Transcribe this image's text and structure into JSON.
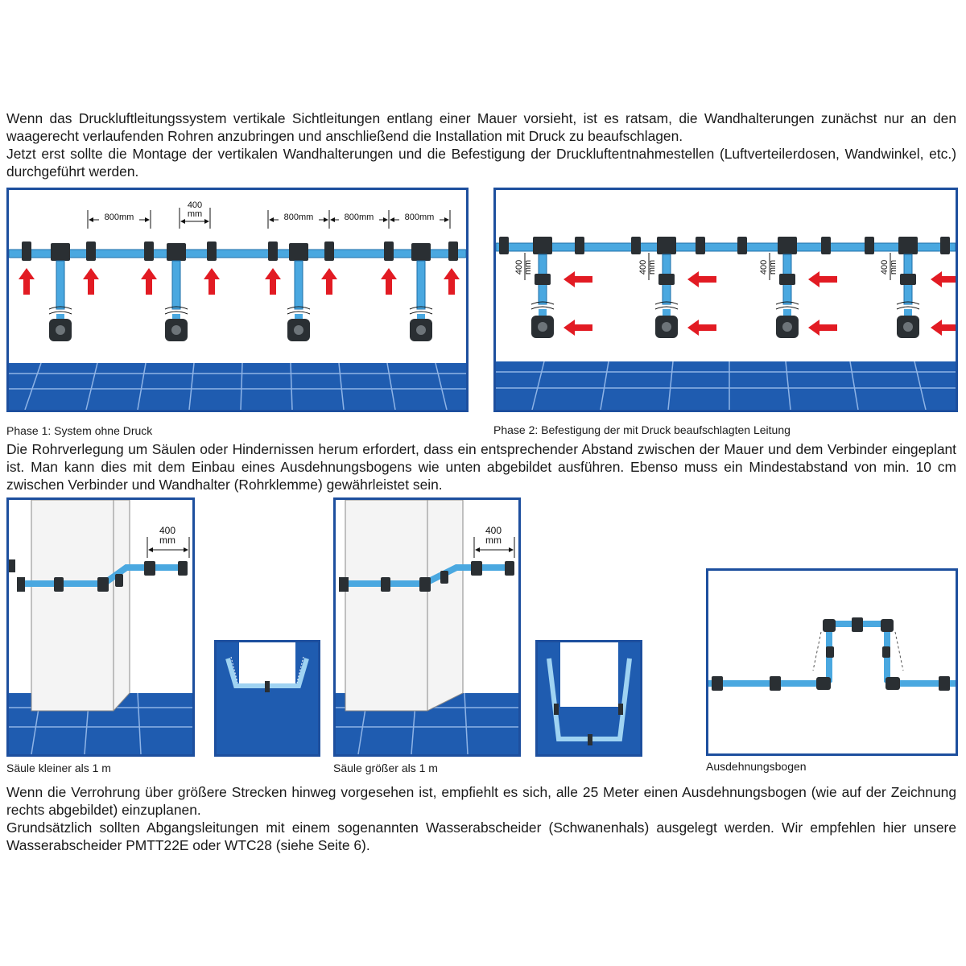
{
  "intro": {
    "lines": [
      "Wenn das Druckluftleitungssystem vertikale Sichtleitungen entlang einer Mauer vorsieht, ist es ratsam, die Wandhalterungen zunächst nur an den waagerecht verlaufenden Rohren anzubringen und anschließend die Installation mit Druck zu beaufschlagen.",
      "Jetzt erst sollte die Montage der vertikalen Wandhalterungen und die Befestigung der Druckluftentnahmestellen (Luftverteilerdosen, Wandwinkel, etc.) durchgeführt werden."
    ]
  },
  "phase1": {
    "caption": "Phase 1: System ohne Druck",
    "dims": [
      "800mm",
      "400",
      "mm",
      "800mm",
      "800mm",
      "800mm"
    ]
  },
  "phase2": {
    "caption": "Phase 2: Befestigung der mit Druck beaufschlagten Leitung",
    "dim_top": "400",
    "dim_bottom": "mm"
  },
  "columns_text": "Die Rohrverlegung um Säulen oder Hindernissen herum erfordert, dass ein entsprechender Abstand zwischen der Mauer und dem Verbinder eingeplant ist. Man kann dies mit dem Einbau eines Ausdehnungsbogens wie unten abgebildet ausführen. Ebenso muss ein Mindestabstand von min. 10 cm zwischen Verbinder und Wandhalter (Rohrklemme) gewährleistet sein.",
  "pillar_small": {
    "caption": "Säule kleiner als 1 m",
    "dim_top": "400",
    "dim_bottom": "mm"
  },
  "pillar_large": {
    "caption": "Säule größer als 1 m",
    "dim_top": "400",
    "dim_bottom": "mm"
  },
  "expansion": {
    "caption": "Ausdehnungsbogen"
  },
  "outro": {
    "lines": [
      "Wenn die Verrohrung über größere Strecken hinweg vorgesehen ist, empfiehlt es sich, alle 25 Meter einen Ausdehnungsbogen (wie auf der Zeichnung rechts abgebildet) einzuplanen.",
      "Grundsätzlich sollten Abgangsleitungen mit einem sogenannten Wasserabscheider (Schwanenhals) ausgelegt werden. Wir empfehlen hier unsere Wasserabscheider PMTT22E oder WTC28 (siehe Seite 6)."
    ]
  },
  "colors": {
    "frame": "#1d4f9e",
    "pipe": "#4aa8e0",
    "floor": "#1f5cb0",
    "arrow": "#e21b23",
    "fitting": "#2a2f33"
  }
}
